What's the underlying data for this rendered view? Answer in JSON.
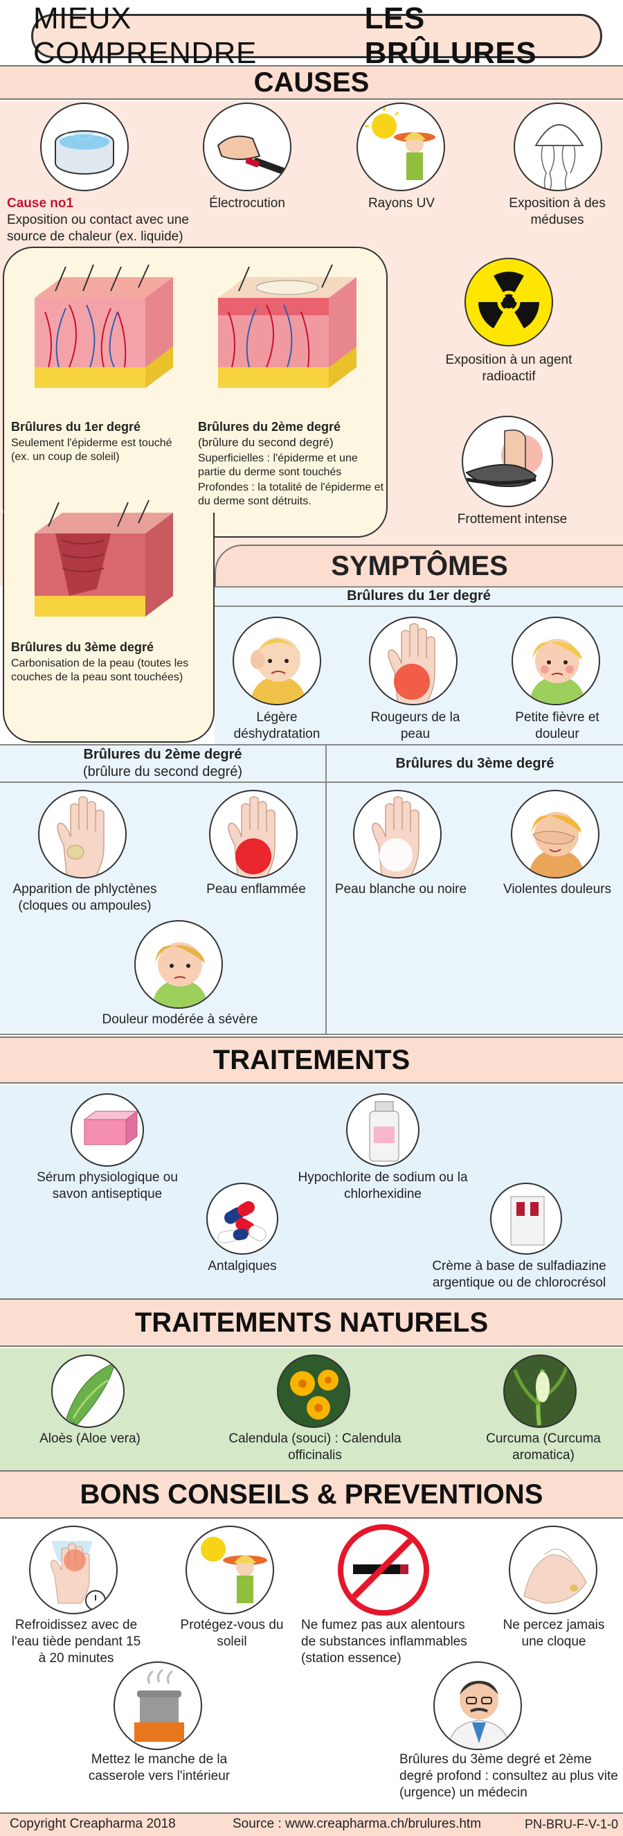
{
  "title": {
    "part1": "MIEUX COMPRENDRE",
    "part2": "LES BRÛLURES"
  },
  "causes": {
    "heading": "CAUSES",
    "cause1_tag": "Cause no1",
    "cause1_text": "Exposition ou contact avec une source de chaleur (ex. liquide)",
    "electrocution": "Électrocution",
    "uv": "Rayons UV",
    "jellyfish": "Exposition à des méduses",
    "radioactive": "Exposition à un agent radioactif",
    "friction": "Frottement intense"
  },
  "degrees": {
    "d1_title": "Brûlures du 1er degré",
    "d1_text": "Seulement l'épiderme est touché (ex. un coup de soleil)",
    "d2_title": "Brûlures du 2ème degré",
    "d2_sub": "(brûlure du second degré)",
    "d2_text1": "Superficielles : l'épiderme et une partie du derme sont touchés",
    "d2_text2": "Profondes : la totalité de l'épiderme et du derme sont détruits.",
    "d3_title": "Brûlures du 3ème degré",
    "d3_text": "Carbonisation de la peau (toutes les couches de la peau sont touchées)"
  },
  "symptoms": {
    "heading": "SYMPTÔMES",
    "first_degree": "Brûlures du 1er degré",
    "dehydration": "Légère déshydratation",
    "redness": "Rougeurs de la peau",
    "fever": "Petite fièvre et douleur",
    "second_degree": "Brûlures du 2ème degré",
    "second_degree_sub": "(brûlure du second degré)",
    "third_degree": "Brûlures du 3ème degré",
    "blisters": "Apparition de phlyctènes (cloques ou ampoules)",
    "inflamed": "Peau enflammée",
    "pain_moderate": "Douleur modérée à sévère",
    "white_skin": "Peau blanche ou noire",
    "violent_pain": "Violentes douleurs"
  },
  "treatments": {
    "heading": "TRAITEMENTS",
    "serum": "Sérum physiologique ou savon antiseptique",
    "hypochlorite": "Hypochlorite de sodium ou la chlorhexidine",
    "analgesics": "Antalgiques",
    "cream": "Crème à base de sulfadiazine argentique ou de chlorocrésol"
  },
  "natural": {
    "heading": "TRAITEMENTS NATURELS",
    "aloe": "Aloès (Aloe vera)",
    "calendula": "Calendula (souci) : Calendula officinalis",
    "curcuma": "Curcuma (Curcuma aromatica)"
  },
  "advice": {
    "heading": "BONS CONSEILS & PREVENTIONS",
    "cool": "Refroidissez avec de l'eau tiède pendant 15 à 20 minutes",
    "sun": "Protégez-vous du soleil",
    "nosmoke": "Ne fumez pas aux alentours de substances inflammables (station essence)",
    "blister": "Ne percez jamais une cloque",
    "handle": "Mettez le manche de la casserole vers l'intérieur",
    "doctor": "Brûlures du 3ème degré et 2ème degré profond : consultez au plus vite (urgence) un médecin"
  },
  "footer": {
    "copyright": "Copyright Creapharma 2018",
    "source": "Source : www.creapharma.ch/brulures.htm",
    "ref": "PN-BRU-F-V-1-0"
  },
  "colors": {
    "peach": "#fcded0",
    "light_blue": "#eaf4fb",
    "green": "#d5e8c8",
    "cream": "#fdf6e0"
  }
}
